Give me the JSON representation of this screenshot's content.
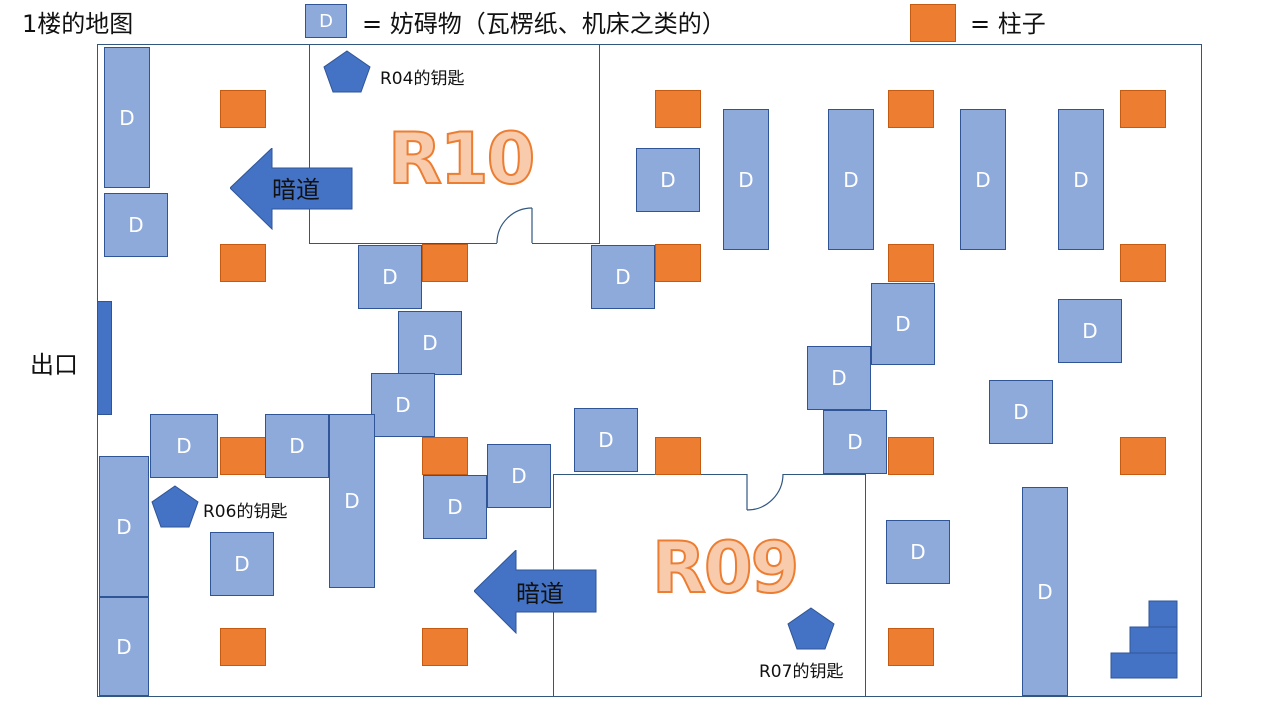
{
  "header": {
    "title": "1楼的地图",
    "legend_obstacle_symbol": "D",
    "legend_obstacle_text": "= 妨碍物（瓦楞纸、机床之类的）",
    "legend_pillar_text": "= 柱子"
  },
  "exit_label": "出口",
  "rooms": {
    "r10": "R10",
    "r09": "R09"
  },
  "secret_passages": {
    "upper": "暗道",
    "lower": "暗道"
  },
  "keys": {
    "r04": "R04的钥匙",
    "r06": "R06的钥匙",
    "r07": "R07的钥匙"
  },
  "obstacle_label": "D",
  "colors": {
    "obstacle_fill": "#8eaadb",
    "obstacle_border": "#2f5597",
    "pillar": "#ed7d31",
    "marker": "#4472c4",
    "room_text": "#f8cbad",
    "room_outline": "#ed7d31"
  },
  "icons": [
    "pentagon-key-marker",
    "left-arrow",
    "stairs-icon",
    "door-swing"
  ]
}
